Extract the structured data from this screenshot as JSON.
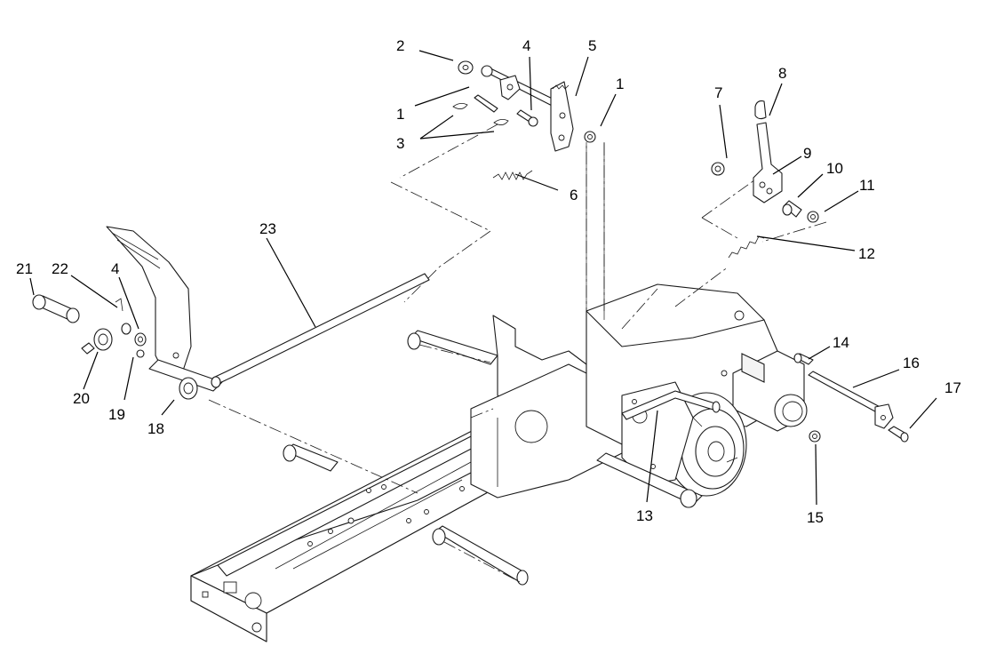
{
  "callouts": [
    {
      "id": "c2",
      "text": "2"
    },
    {
      "id": "c4a",
      "text": "4"
    },
    {
      "id": "c5",
      "text": "5"
    },
    {
      "id": "c1a",
      "text": "1"
    },
    {
      "id": "c1b",
      "text": "1"
    },
    {
      "id": "c3",
      "text": "3"
    },
    {
      "id": "c6",
      "text": "6"
    },
    {
      "id": "c7",
      "text": "7"
    },
    {
      "id": "c8",
      "text": "8"
    },
    {
      "id": "c9",
      "text": "9"
    },
    {
      "id": "c10",
      "text": "10"
    },
    {
      "id": "c11",
      "text": "11"
    },
    {
      "id": "c12",
      "text": "12"
    },
    {
      "id": "c23",
      "text": "23"
    },
    {
      "id": "c21",
      "text": "21"
    },
    {
      "id": "c22",
      "text": "22"
    },
    {
      "id": "c4b",
      "text": "4"
    },
    {
      "id": "c20",
      "text": "20"
    },
    {
      "id": "c19",
      "text": "19"
    },
    {
      "id": "c18",
      "text": "18"
    },
    {
      "id": "c14",
      "text": "14"
    },
    {
      "id": "c16",
      "text": "16"
    },
    {
      "id": "c17",
      "text": "17"
    },
    {
      "id": "c13",
      "text": "13"
    },
    {
      "id": "c15",
      "text": "15"
    }
  ]
}
